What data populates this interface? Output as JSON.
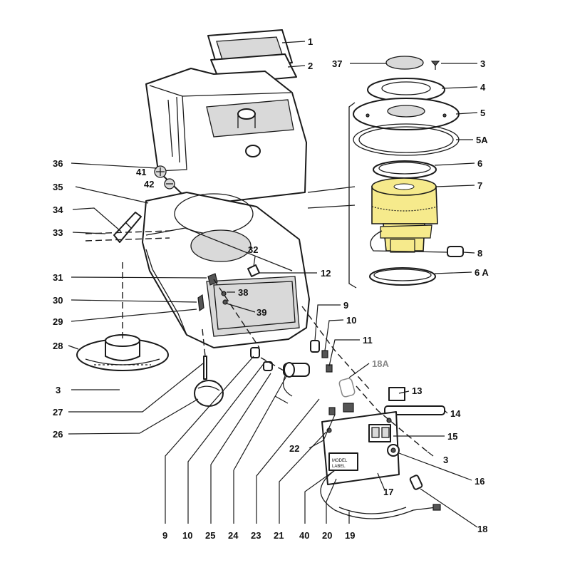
{
  "colors": {
    "line": "#1a1a1a",
    "highlight": "#f6ea8c",
    "highlight_stroke": "#c9b400",
    "muted_label": "#888888"
  },
  "highlighted_part": "7",
  "labels": {
    "p1": "1",
    "p2": "2",
    "p37": "37",
    "p3a": "3",
    "p4": "4",
    "p5": "5",
    "p5A": "5A",
    "p6": "6",
    "p7": "7",
    "p8": "8",
    "p6A": "6 A",
    "p36": "36",
    "p41": "41",
    "p42": "42",
    "p35": "35",
    "p34": "34",
    "p33": "33",
    "p32": "32",
    "p12": "12",
    "p31": "31",
    "p38": "38",
    "p30": "30",
    "p39": "39",
    "p29": "29",
    "p9r": "9",
    "p10r": "10",
    "p11": "11",
    "p28": "28",
    "p18A": "18A",
    "p13": "13",
    "p3b": "3",
    "p14": "14",
    "p27": "27",
    "p15": "15",
    "p22": "22",
    "p3c": "3",
    "p26": "26",
    "p16": "16",
    "p17": "17",
    "p18": "18",
    "b9": "9",
    "b10": "10",
    "b25": "25",
    "b24": "24",
    "b23": "23",
    "b21": "21",
    "b40": "40",
    "b20": "20",
    "b19": "19"
  }
}
